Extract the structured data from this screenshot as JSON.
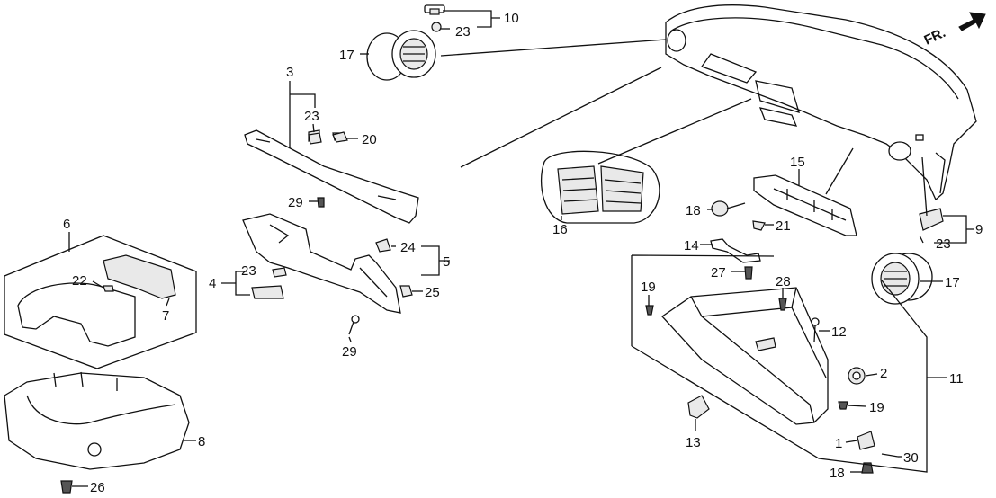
{
  "orientation": {
    "label": "FR."
  },
  "callouts": {
    "c1": "1",
    "c2": "2",
    "c3": "3",
    "c4": "4",
    "c5": "5",
    "c6": "6",
    "c7": "7",
    "c8": "8",
    "c9": "9",
    "c10": "10",
    "c11": "11",
    "c12": "12",
    "c14": "14",
    "c15": "15",
    "c16": "16",
    "c17a": "17",
    "c17b": "17",
    "c13": "13",
    "c18a": "18",
    "c18b": "18",
    "c19a": "19",
    "c19b": "19",
    "c20": "20",
    "c21": "21",
    "c22": "22",
    "c23a": "23",
    "c23b": "23",
    "c23c": "23",
    "c23d": "23",
    "c24": "24",
    "c25": "25",
    "c26": "26",
    "c27": "27",
    "c28": "28",
    "c29a": "29",
    "c29b": "29",
    "c30": "30"
  }
}
